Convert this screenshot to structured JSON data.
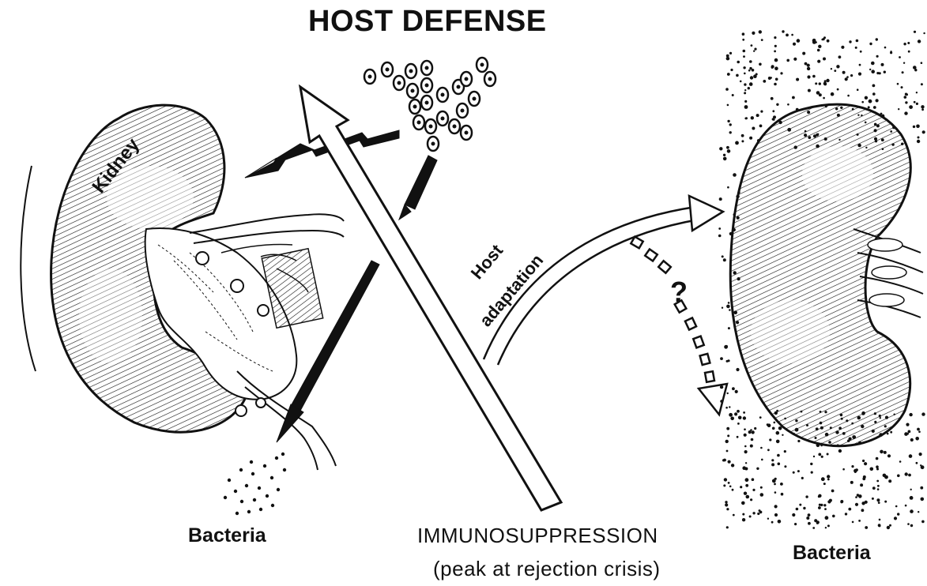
{
  "title": "HOST DEFENSE",
  "kidney_label": "Kidney",
  "bacteria_left": "Bacteria",
  "bacteria_right": "Bacteria",
  "immunosuppression": "IMMUNOSUPPRESSION",
  "rejection_note": "(peak at rejection crisis)",
  "adaptation": {
    "line1": "Host",
    "line2": "adaptation"
  },
  "unknown_mark": "?",
  "colors": {
    "ink": "#111111",
    "paper": "#ffffff"
  }
}
